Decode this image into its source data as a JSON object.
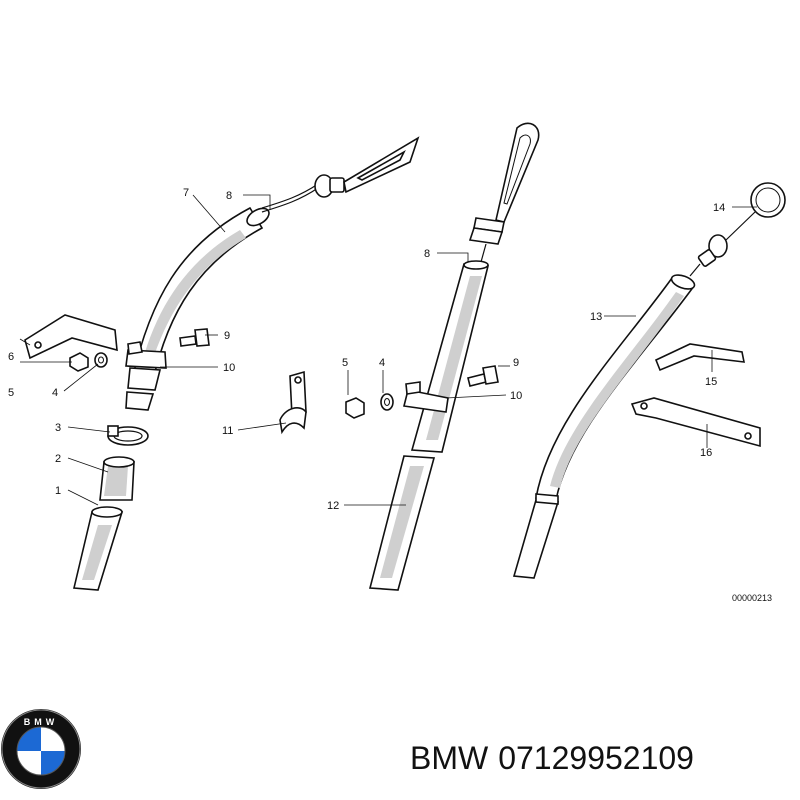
{
  "labels": {
    "l1": "1",
    "l2": "2",
    "l3": "3",
    "l4a": "4",
    "l4b": "4",
    "l5a": "5",
    "l5b": "5",
    "l6": "6",
    "l7": "7",
    "l8a": "8",
    "l8b": "8",
    "l9a": "9",
    "l9b": "9",
    "l10a": "10",
    "l10b": "10",
    "l11": "11",
    "l12": "12",
    "l13": "13",
    "l14": "14",
    "l15": "15",
    "l16": "16"
  },
  "diagram_code": "00000213",
  "brand": {
    "name": "BMW",
    "part_number": "07129952109",
    "logo_text": "BMW",
    "logo_colors": {
      "ring": "#111111",
      "blue": "#1c69d4",
      "white": "#ffffff"
    }
  }
}
